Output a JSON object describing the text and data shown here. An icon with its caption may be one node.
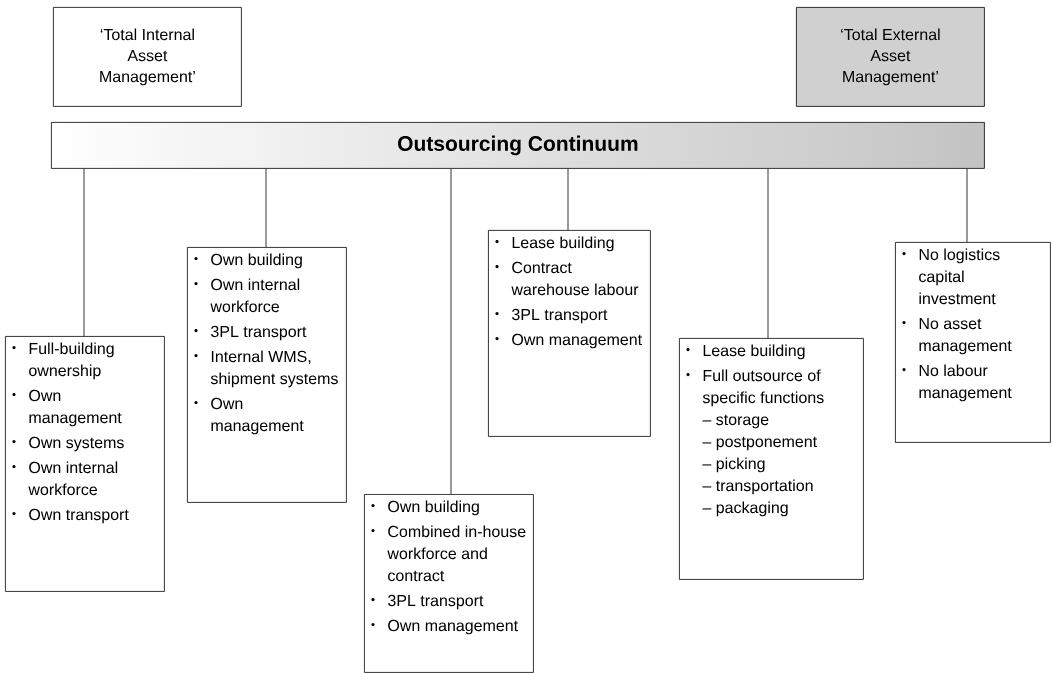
{
  "diagram": {
    "nodes": [
      {
        "text": [
          "‘Total Internal Asset Management’"
        ]
      },
      {
        "text": [
          "‘Total External Asset Management’"
        ]
      },
      {
        "text": [
          "Outsourcing Continuum"
        ]
      },
      {
        "text": [
          "Full-building ownership",
          "Own management",
          "Own systems",
          "Own internal workforce",
          "Own transport"
        ]
      },
      {
        "text": [
          "Own building",
          "Own internal workforce",
          "3PL transport",
          "Internal WMS, shipment systems",
          "Own management"
        ]
      },
      {
        "text": [
          "Own building",
          "Combined in-house workforce and contract",
          "3PL transport",
          "Own management"
        ]
      },
      {
        "text": [
          "Lease building",
          "Contract warehouse labour",
          "3PL transport",
          "Own management"
        ]
      },
      {
        "text": [
          "Lease building",
          "Full outsource of specific functions",
          "– storage",
          "– postponement",
          "– picking",
          "– transportation",
          "– packaging"
        ]
      },
      {
        "text": [
          "No logistics capital investment",
          "No asset management",
          "No labour management"
        ]
      }
    ],
    "edges": [
      {
        "from": 2,
        "to": 3,
        "arrow": "none"
      },
      {
        "from": 2,
        "to": 4,
        "arrow": "none"
      },
      {
        "from": 2,
        "to": 5,
        "arrow": "none"
      },
      {
        "from": 2,
        "to": 6,
        "arrow": "none"
      },
      {
        "from": 2,
        "to": 7,
        "arrow": "none"
      },
      {
        "from": 2,
        "to": 8,
        "arrow": "none"
      }
    ]
  }
}
